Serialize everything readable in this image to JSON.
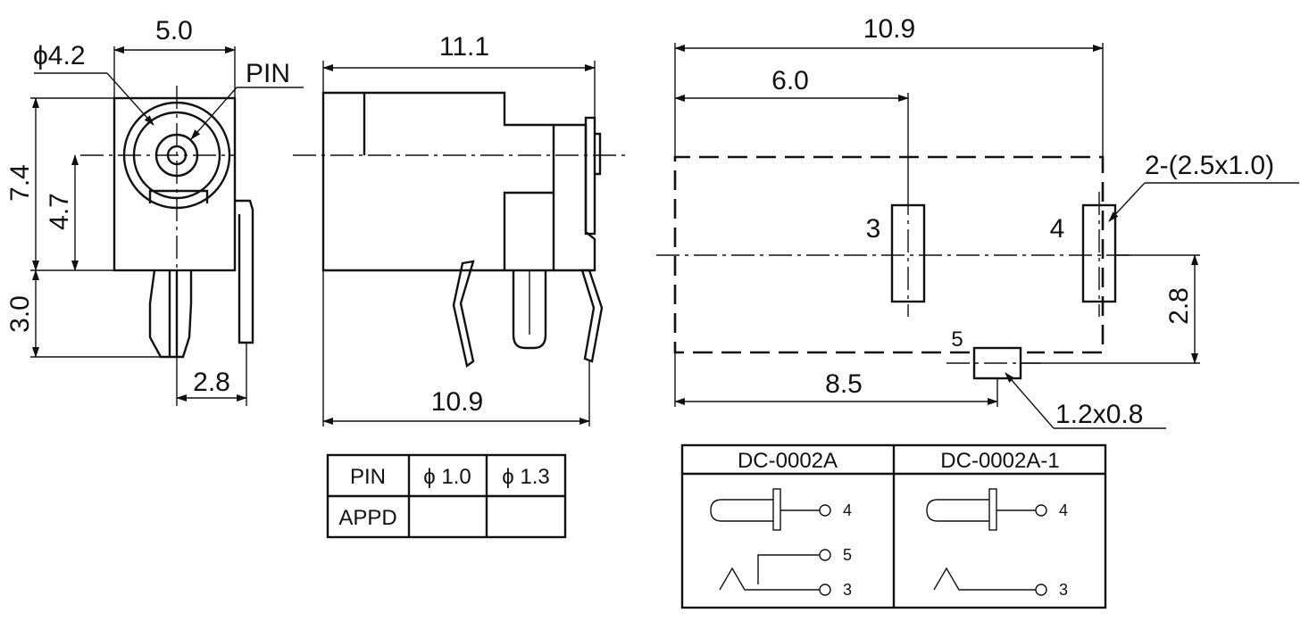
{
  "front_view": {
    "dim_width": "5.0",
    "dim_hole": "ϕ4.2",
    "pin_label": "PIN",
    "dim_height_total": "7.4",
    "dim_height_center": "4.7",
    "dim_pin_length": "3.0",
    "dim_pin_offset": "2.8"
  },
  "side_view": {
    "dim_length_total": "11.1",
    "dim_length_base": "10.9"
  },
  "footprint_view": {
    "dim_total": "10.9",
    "dim_pin3_offset": "6.0",
    "dim_pin5_offset": "8.5",
    "dim_pin_spacing": "2.8",
    "slot_callout": "2-(2.5x1.0)",
    "pad_callout": "1.2x0.8",
    "pin3_label": "3",
    "pin4_label": "4",
    "pin5_label": "5"
  },
  "pin_table": {
    "header": [
      "PIN",
      "ϕ 1.0",
      "ϕ 1.3"
    ],
    "row_label": "APPD"
  },
  "model_table": {
    "model_a": "DC-0002A",
    "model_b": "DC-0002A-1",
    "model_a_pins": [
      "4",
      "5",
      "3"
    ],
    "model_b_pins": [
      "4",
      "3"
    ]
  }
}
